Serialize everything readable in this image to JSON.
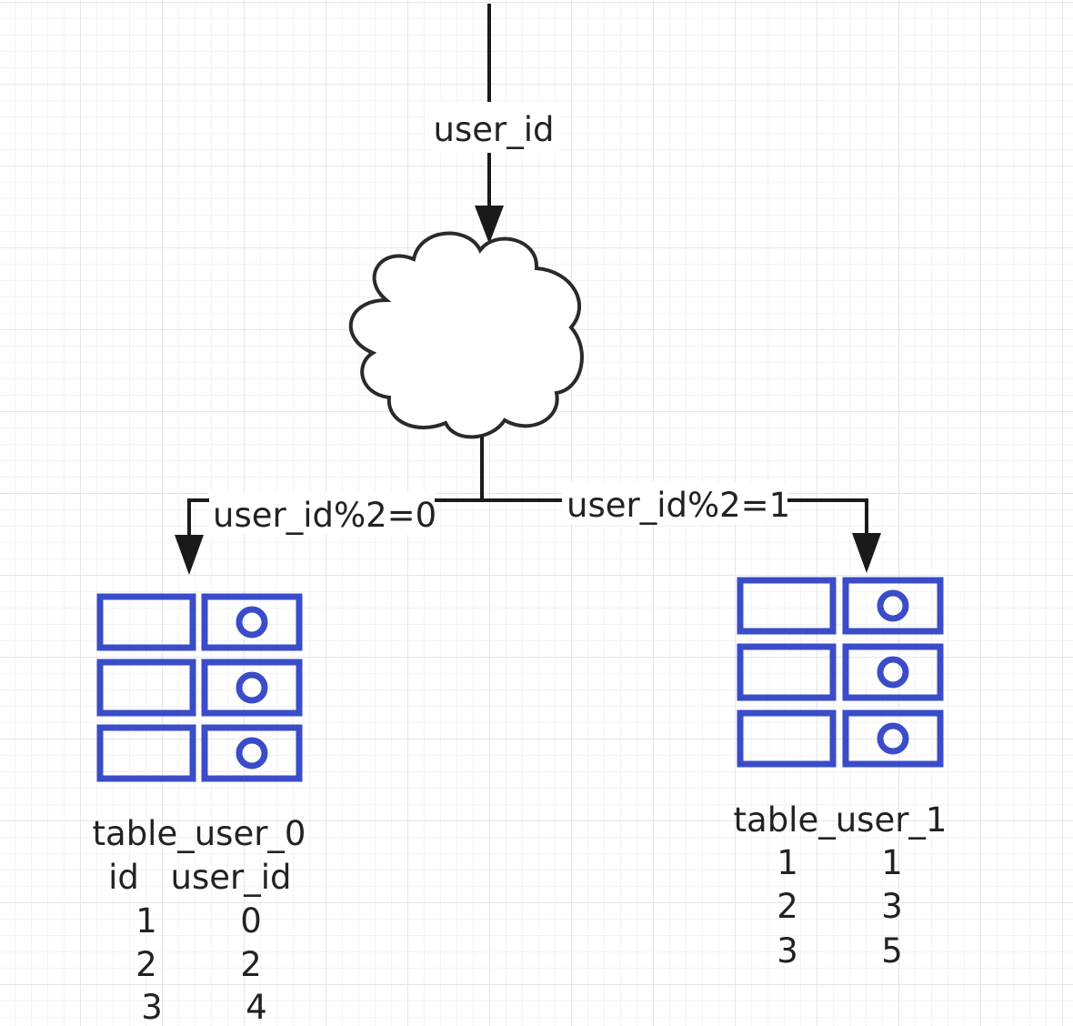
{
  "diagram": {
    "input_label": "user_id",
    "left_branch_label": "user_id%2=0",
    "right_branch_label": "user_id%2=1",
    "left_table": {
      "name": "table_user_0",
      "header": [
        "id",
        "user_id"
      ],
      "rows": [
        [
          "1",
          "0"
        ],
        [
          "2",
          "2"
        ],
        [
          "3",
          "4"
        ]
      ]
    },
    "right_table": {
      "name": "table_user_1",
      "rows": [
        [
          "1",
          "1"
        ],
        [
          "2",
          "3"
        ],
        [
          "3",
          "5"
        ]
      ]
    },
    "colors": {
      "table_icon": "#3a4cc8",
      "line": "#1a1a1a",
      "grid": "#e6e6e6"
    },
    "icons": {
      "router": "cloud-icon",
      "table": "database-table-icon"
    }
  }
}
